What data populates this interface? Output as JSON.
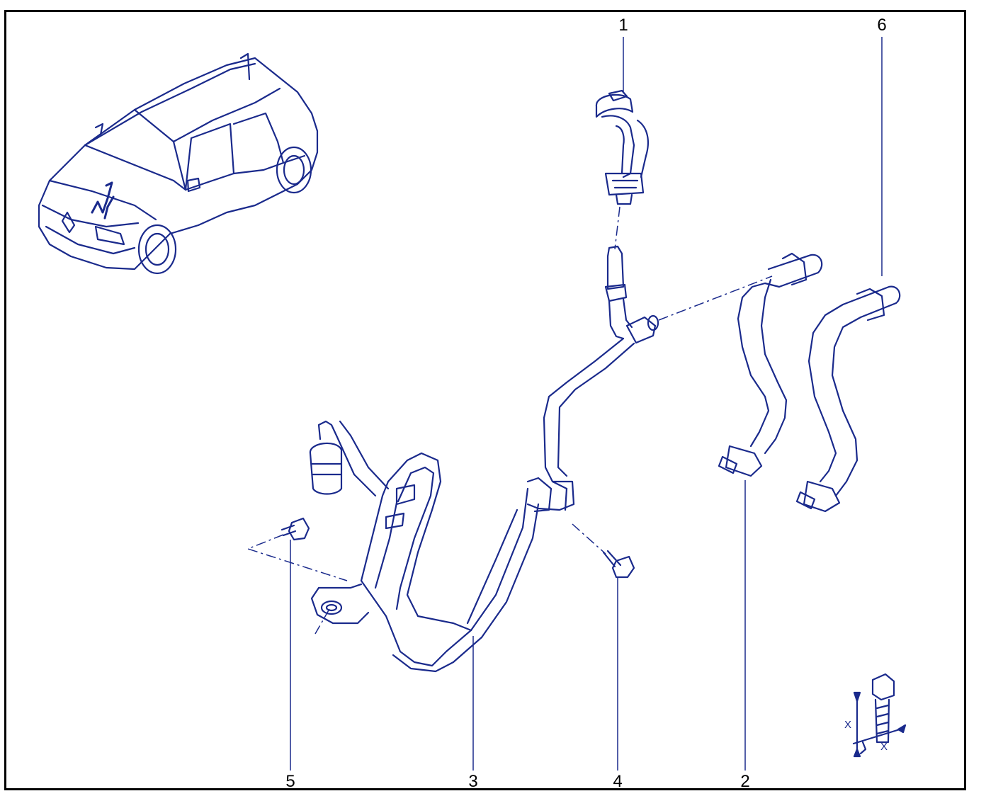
{
  "callouts": [
    {
      "id": "1",
      "label": "1"
    },
    {
      "id": "2",
      "label": "2"
    },
    {
      "id": "3",
      "label": "3"
    },
    {
      "id": "4",
      "label": "4"
    },
    {
      "id": "5",
      "label": "5"
    },
    {
      "id": "6",
      "label": "6"
    }
  ],
  "torque_symbol": {
    "dim_label_vertical": "X",
    "dim_label_horizontal": "X"
  },
  "colors": {
    "line_art": "#1a2a8c",
    "frame": "#000000",
    "background": "#ffffff"
  }
}
